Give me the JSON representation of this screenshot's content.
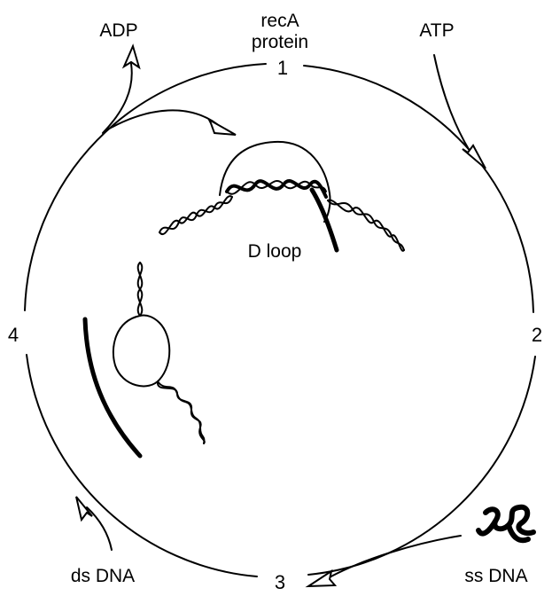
{
  "labels": {
    "recA_line1": "recA",
    "recA_line2": "protein",
    "adp": "ADP",
    "atp": "ATP",
    "d_loop": "D loop",
    "ds_dna": "ds DNA",
    "ss_dna": "ss DNA"
  },
  "steps": {
    "one": "1",
    "two": "2",
    "three": "3",
    "four": "4"
  },
  "colors": {
    "ink": "#000000",
    "background": "#ffffff"
  }
}
